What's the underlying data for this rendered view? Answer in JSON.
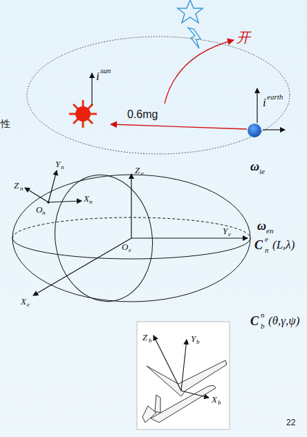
{
  "diagram": {
    "labels": [
      "性",
      "i",
      "sun",
      "0.6mg",
      "i",
      "earth",
      "开",
      "ω",
      "ie",
      "Z",
      "e",
      "Y",
      "n",
      "Z",
      "n",
      "O",
      "n",
      "X",
      "n",
      "Y",
      "e",
      "O",
      "e",
      "X",
      "e",
      "ω",
      "en",
      "C",
      "e",
      "n",
      "(L,λ)",
      "C",
      "n",
      "b",
      "(θ,γ,ψ)",
      "Z",
      "b",
      "Y",
      "b",
      "X",
      "b",
      "22"
    ]
  }
}
